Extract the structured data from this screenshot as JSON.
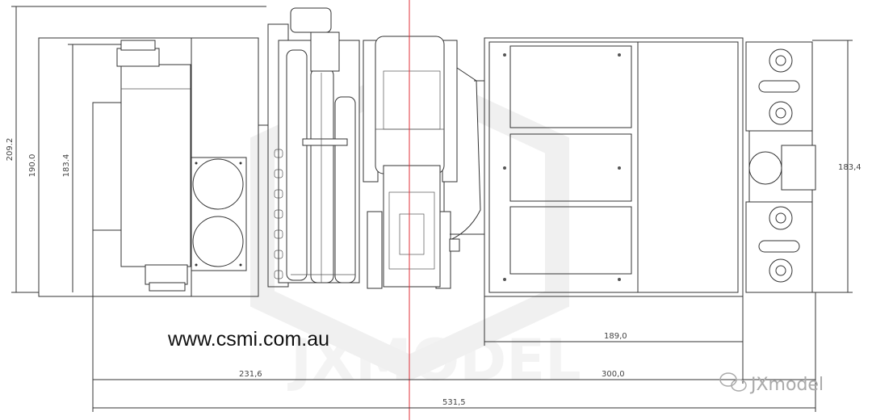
{
  "drawing": {
    "dimensions": {
      "left_overall_height": "209.2",
      "left_box_height": "190.0",
      "left_inner_height": "183.4",
      "right_height": "183,4",
      "right_box_width": "189,0",
      "left_length": "231,6",
      "right_length": "300,0",
      "total_length": "531,5"
    },
    "centerline_color": "#e0303a",
    "website": "www.csmi.com.au",
    "watermark": "JXmodel",
    "background_watermark": "JXMODEL",
    "watermark_icon": "wechat-icon"
  }
}
